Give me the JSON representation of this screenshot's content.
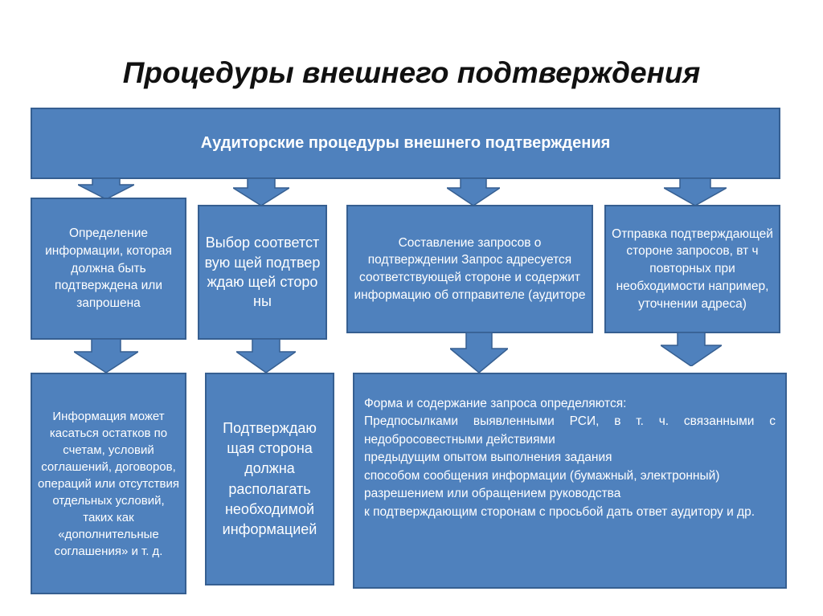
{
  "title": "Процедуры внешнего подтверждения",
  "diagram": {
    "root": "Аудиторские процедуры внешнего подтверждения",
    "steps": [
      "Определение информации, которая должна быть подтверждена или запрошена",
      "Выбор соответствую щей подтверждаю щей стороны",
      "Составление запросов о подтверждении Запрос адресуется соответствующей стороне и содержит информацию об отправителе (аудиторе",
      "Отправка подтверждающей стороне запросов, вт ч повторных при необходимости например, уточнении адреса)"
    ],
    "details": {
      "info": "Информация может касаться остатков по счетам, условий соглашений, договоров, операций или отсутствия отдельных условий, таких как «дополнительные соглашения» и т. д.",
      "party": "Подтверждаю щая сторона должна располагать необходимой информацией",
      "form_lines": [
        "Форма и содержание запроса определяются:",
        "Предпосылками выявленными РСИ, в т. ч. связанными с недобросовестными действиями",
        "предыдущим опытом выполнения задания",
        "способом сообщения информации (бумажный, электронный)",
        "разрешением или обращением руководства",
        "к подтверждающим сторонам с просьбой дать ответ аудитору и др."
      ]
    }
  },
  "colors": {
    "box_fill": "#4f81bd",
    "box_border": "#365f91",
    "text_on_box": "#ffffff",
    "title_text": "#111111"
  }
}
